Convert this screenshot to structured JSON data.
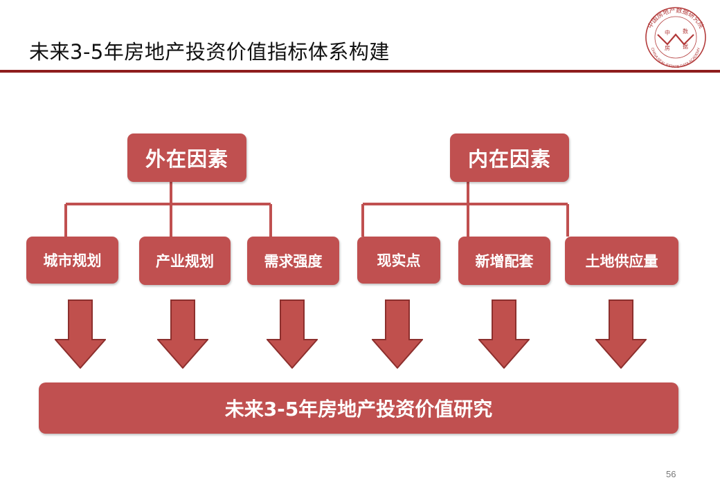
{
  "title": "未来3-5年房地产投资价值指标体系构建",
  "logo": {
    "icon": "china-real-estate-data-academy-seal-icon",
    "arc_text_cn": "中国房地产数据研究院",
    "arc_text_en": "CHINA REAL ESTATE DATA ACADEMY",
    "center_chars": [
      "中",
      "数",
      "房",
      "据"
    ]
  },
  "diagram": {
    "categories": [
      {
        "label": "外在因素",
        "factors": [
          "城市规划",
          "产业规划",
          "需求强度"
        ]
      },
      {
        "label": "内在因素",
        "factors": [
          "现实点",
          "新增配套",
          "土地供应量"
        ]
      }
    ],
    "result": "未来3-5年房地产投资价值研究"
  },
  "colors": {
    "box_fill": "#c05050",
    "connector": "#c05050",
    "arrow_fill": "#c0504d",
    "arrow_stroke": "#8c2f2d",
    "title_rule": "#8e1d1d"
  },
  "page_number": "56"
}
